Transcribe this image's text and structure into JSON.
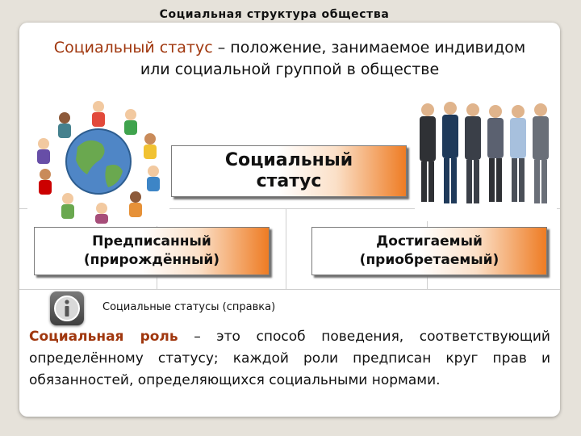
{
  "page_title": "Социальная структура общества",
  "definition": {
    "term": "Социальный статус",
    "text": " – положение, занимаемое индивидом или социальной группой в обществе"
  },
  "images": {
    "left": "kids-around-globe-icon",
    "right": "business-people-icon"
  },
  "boxes": {
    "status_line1": "Социальный",
    "status_line2": "статус",
    "ascribed_line1": "Предписанный",
    "ascribed_line2": "(прирождённый)",
    "achieved_line1": "Достигаемый",
    "achieved_line2": "(приобретаемый)"
  },
  "info": {
    "icon": "info-icon",
    "link_label": "Социальные статусы (справка)"
  },
  "role": {
    "term": "Социальная роль",
    "text": " – это способ поведения, соответствующий определённому статусу; каждой роли предписан круг прав и обязанностей, определяющихся социальными нормами."
  },
  "colors": {
    "accent": "#a0370e",
    "box_gradient_end": "#ee7c24",
    "background": "#e6e2da"
  }
}
